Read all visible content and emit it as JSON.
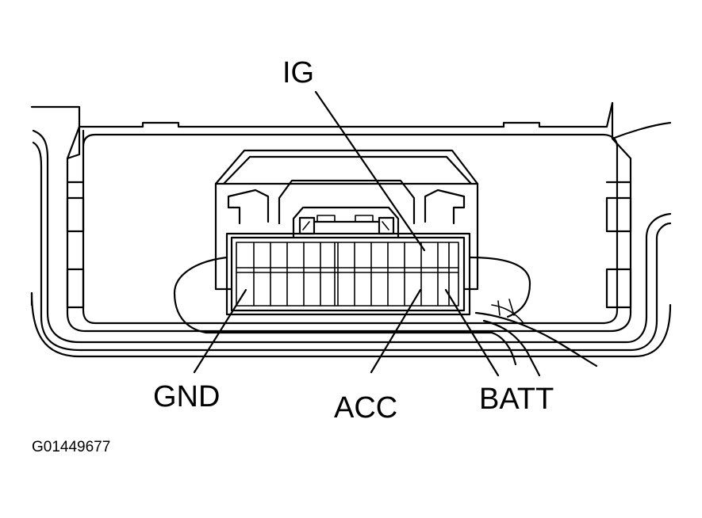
{
  "labels": {
    "ig": "IG",
    "gnd": "GND",
    "acc": "ACC",
    "batt": "BATT",
    "figure_code": "G01449677"
  },
  "connector": {
    "upper_row_cells": 13,
    "lower_row_cells": 13
  },
  "colors": {
    "line": "#000000",
    "background": "#ffffff"
  }
}
